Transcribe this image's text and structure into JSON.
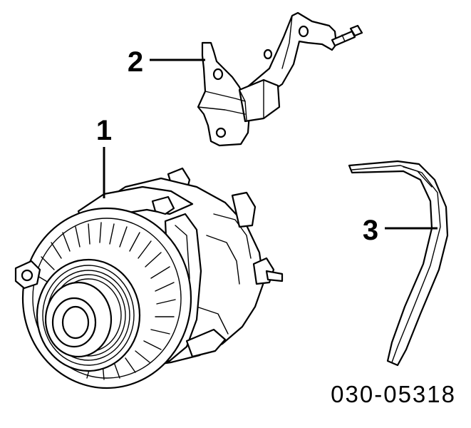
{
  "callouts": {
    "alternator": "1",
    "bracket": "2",
    "belt": "3"
  },
  "drawing_code": "030-05318"
}
